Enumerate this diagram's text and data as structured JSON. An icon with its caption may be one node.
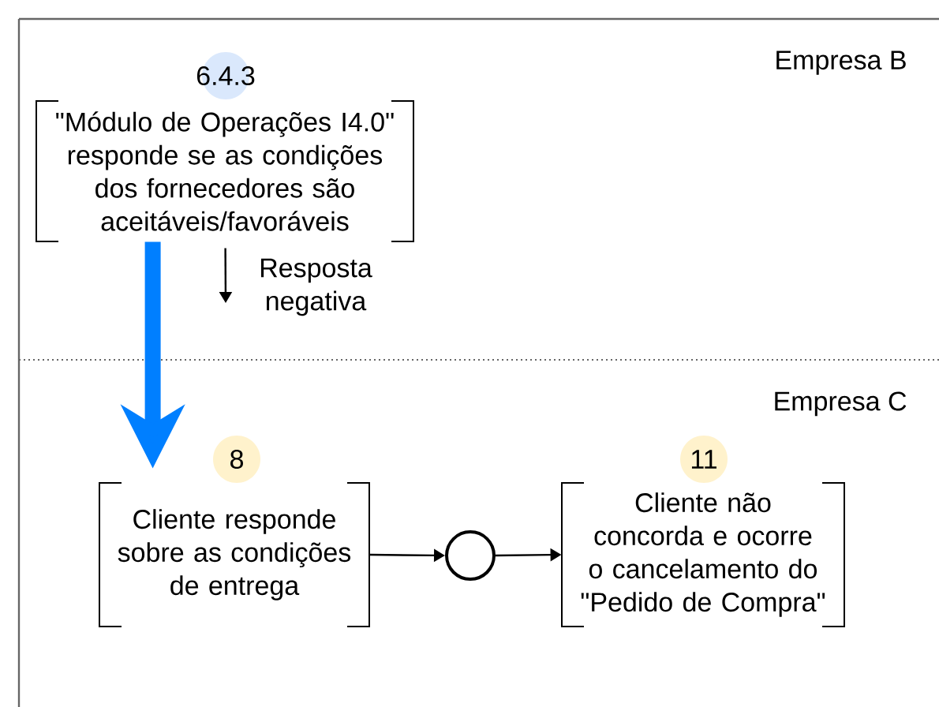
{
  "diagram": {
    "nodes": [
      {
        "text": [
          "Empresa B"
        ]
      },
      {
        "text": [
          "6.4.3",
          "\"Módulo de Operações I4.0\" responde se as condições dos fornecedores são aceitáveis/favoráveis"
        ],
        "in": 0
      },
      {
        "text": [
          "Empresa C"
        ]
      },
      {
        "text": [
          "8",
          "Cliente responde sobre as condições de entrega"
        ],
        "in": 2
      },
      {
        "text": [],
        "shape": "circle",
        "in": 2
      },
      {
        "text": [
          "11",
          "Cliente não concorda e ocorre o cancelamento do \"Pedido de Compra\""
        ],
        "in": 2
      }
    ],
    "edges": [
      {
        "from": 1,
        "to": 3,
        "arrow": "to",
        "style": "thick",
        "color": "#007fff"
      },
      {
        "from": 1,
        "to": null,
        "arrow": "to",
        "label": "Resposta negativa"
      },
      {
        "from": 3,
        "to": 4,
        "arrow": "to"
      },
      {
        "from": 4,
        "to": 5,
        "arrow": "to"
      }
    ]
  }
}
